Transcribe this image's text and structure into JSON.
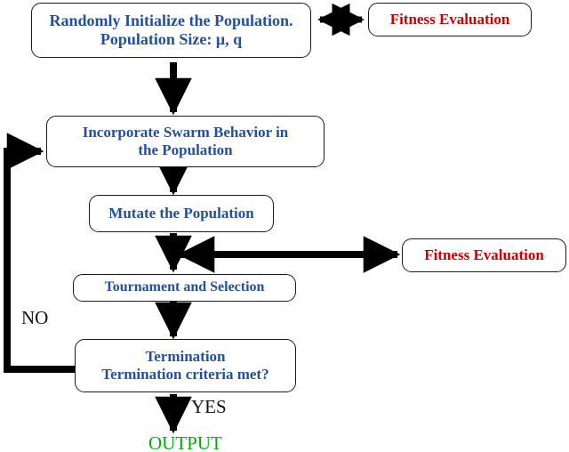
{
  "diagram": {
    "title": "Evolutionary swarm algorithm flowchart",
    "colors": {
      "node_text_primary": "#22509B",
      "node_text_accent": "#CC0000",
      "output_text": "#00B000",
      "label_text": "#111111",
      "border": "#1a1a1a",
      "arrow": "#000000",
      "background": "#FFFFFF"
    },
    "nodes": [
      {
        "id": "initialize",
        "line1": "Randomly Initialize the Population.",
        "line2": "Population Size: μ, q"
      },
      {
        "id": "fitness-eval-top",
        "line1": "Fitness Evaluation"
      },
      {
        "id": "swarm",
        "line1": "Incorporate Swarm Behavior in",
        "line2": "the Population"
      },
      {
        "id": "mutate",
        "line1": "Mutate the Population"
      },
      {
        "id": "fitness-eval-mid",
        "line1": "Fitness Evaluation"
      },
      {
        "id": "tournament",
        "line1": "Tournament and Selection"
      },
      {
        "id": "termination",
        "line1": "Termination",
        "line2": "Termination criteria met?"
      }
    ],
    "labels": {
      "no": "NO",
      "yes": "YES",
      "output": "OUTPUT"
    }
  }
}
